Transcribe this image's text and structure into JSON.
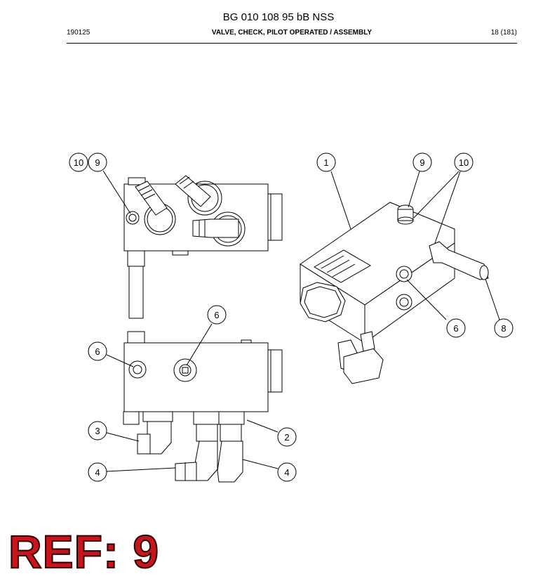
{
  "header": {
    "doc_number": "BG 010 108 95 bB NSS",
    "date_code": "190125",
    "title": "VALVE, CHECK, PILOT OPERATED / ASSEMBLY",
    "page": "18 (181)"
  },
  "callouts": [
    "1",
    "2",
    "3",
    "4",
    "4",
    "6",
    "6",
    "6",
    "8",
    "9",
    "9",
    "10",
    "10"
  ],
  "ref_label": "REF: 9"
}
